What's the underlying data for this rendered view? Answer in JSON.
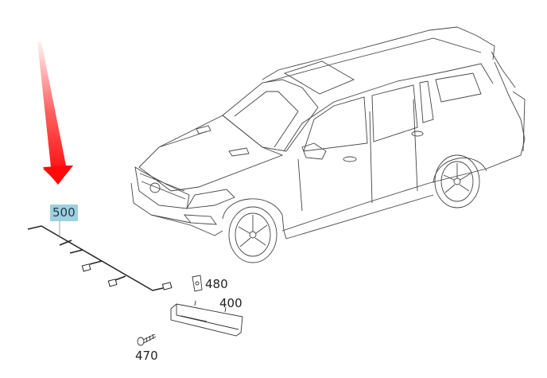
{
  "diagram": {
    "type": "exploded parts diagram",
    "subject": "SUV (front 3/4 view) with parking sensor wiring harness and bumper light",
    "callouts": [
      {
        "id": "500",
        "label": "500",
        "highlighted": true,
        "highlight_color": "#9fd0df",
        "part": "wiring-harness"
      },
      {
        "id": "480",
        "label": "480",
        "highlighted": false,
        "part": "clip"
      },
      {
        "id": "400",
        "label": "400",
        "highlighted": false,
        "part": "light-assembly"
      },
      {
        "id": "470",
        "label": "470",
        "highlighted": false,
        "part": "screw"
      }
    ],
    "indicator": {
      "type": "arrow",
      "color": "#ff1a1a",
      "points_to": "500"
    },
    "line_color": "#333333",
    "background": "#ffffff"
  }
}
